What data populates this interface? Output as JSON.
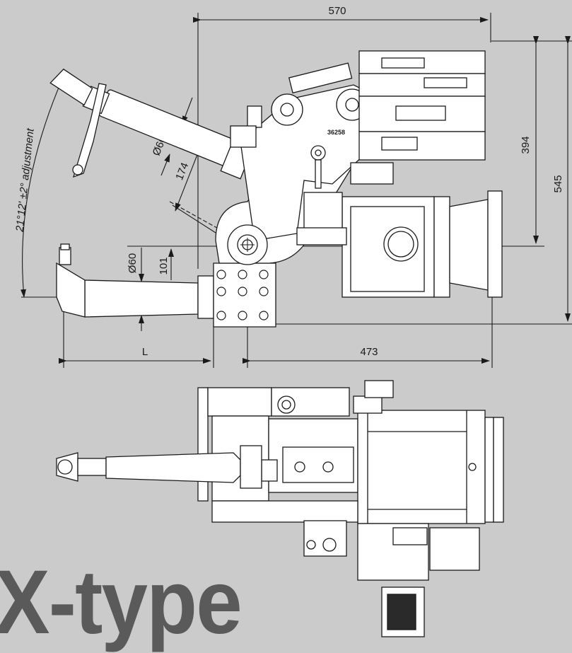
{
  "title": "X-type",
  "colors": {
    "background": "#cbcbcb",
    "line": "#1a1a1a",
    "title": "#5a5a5a",
    "fill": "#ffffff"
  },
  "dimensions": {
    "width_total": "570",
    "height_upper": "394",
    "height_total": "545",
    "offset_lower": "473",
    "length": "L",
    "arm_dia_upper": "Ø60",
    "arm_offset": "174",
    "arm_dia_lower": "Ø60",
    "lower_height": "101",
    "adjustment": "21°12' ±2° adjustment"
  }
}
